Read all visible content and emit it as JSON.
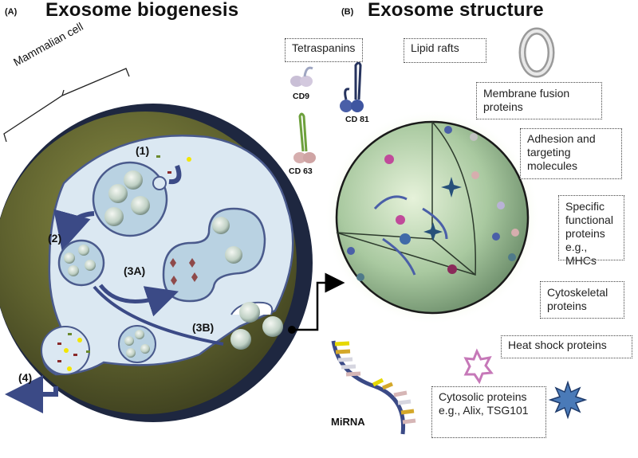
{
  "panel_a": {
    "letter": "(A)",
    "title": "Exosome biogenesis",
    "cell_label": "Mammalian cell",
    "steps": [
      "(1)",
      "(2)",
      "(3A)",
      "(3B)",
      "(4)"
    ]
  },
  "panel_b": {
    "letter": "(B)",
    "title": "Exosome structure",
    "tetraspanins": {
      "label": "Tetraspanins",
      "members": [
        "CD9",
        "CD 81",
        "CD 63"
      ]
    },
    "components": [
      {
        "label": "Lipid rafts",
        "icon": "lipid-raft-ring-icon"
      },
      {
        "label": "Membrane fusion proteins",
        "icon": "ring-icon"
      },
      {
        "label": "Adhesion and targeting molecules",
        "icon": "adhesion-molecule-icon"
      },
      {
        "label": "Specific functional proteins e.g., MHCs",
        "icon": "mhc-protein-icon"
      },
      {
        "label": "Cytoskeletal proteins",
        "icon": "cytoskeletal-protein-icon"
      },
      {
        "label": "Heat shock proteins",
        "icon": "heat-shock-star-icon"
      },
      {
        "label": "Cytosolic proteins e.g., Alix, TSG101",
        "icon": "cytosolic-star-icon"
      }
    ],
    "mirna_label": "MiRNA"
  },
  "colors": {
    "cell_outer": "#5c5f2e",
    "cell_rim": "#1e2740",
    "cytoplasm": "#dbe8f2",
    "membrane": "#4a5a8c",
    "arrow": "#3b4a86",
    "exosome_glow": "#d6ecb0",
    "exosome_fill": "#a9c9a0"
  }
}
